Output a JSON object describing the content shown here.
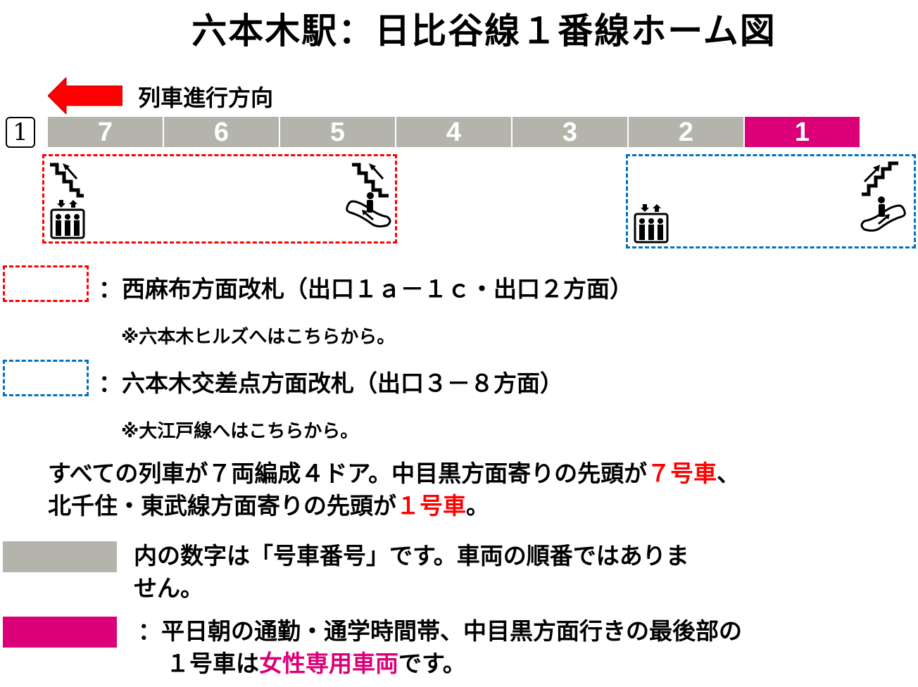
{
  "title": "六本木駅：日比谷線１番線ホーム図",
  "direction": {
    "label": "列車進行方向",
    "arrow_color": "#ff0000",
    "arrow_direction": "left"
  },
  "platform": {
    "track_number": "1",
    "cars": [
      {
        "number": "7",
        "type": "normal"
      },
      {
        "number": "6",
        "type": "normal"
      },
      {
        "number": "5",
        "type": "normal"
      },
      {
        "number": "4",
        "type": "normal"
      },
      {
        "number": "3",
        "type": "normal"
      },
      {
        "number": "2",
        "type": "normal"
      },
      {
        "number": "1",
        "type": "women-only"
      }
    ],
    "gates": [
      {
        "id": "nishiazabu",
        "color": "#ff0000",
        "icons": [
          "stairs-up-icon",
          "elevator-icon",
          "stairs-up-icon",
          "escalator-up-icon"
        ]
      },
      {
        "id": "roppongi-crossing",
        "color": "#0070c0",
        "icons": [
          "elevator-icon",
          "stairs-up-icon",
          "escalator-up-icon"
        ]
      }
    ]
  },
  "legend": {
    "red_gate": {
      "label": "：西麻布方面改札（出口１ａ－１ｃ・出口２方面）",
      "note": "※六本木ヒルズへはこちらから。"
    },
    "blue_gate": {
      "label": "：六本木交差点方面改札（出口３－８方面）",
      "note": "※大江戸線へはこちらから。"
    }
  },
  "info": {
    "line1_pre": "すべての列車が７両編成４ドア。中目黒方面寄りの先頭が",
    "line1_highlight": "７号車",
    "line1_post": "、",
    "line2_pre": "北千住・東武線方面寄りの先頭が",
    "line2_highlight": "１号車",
    "line2_post": "。"
  },
  "key": {
    "gray": {
      "line1": "内の数字は「号車番号」です。車両の順番ではありま",
      "line2": "せん。"
    },
    "pink": {
      "line1": "：平日朝の通勤・通学時間帯、中目黒方面行きの最後部の",
      "line2_pre": "１号車は",
      "line2_highlight": "女性専用車両",
      "line2_post": "です。"
    }
  },
  "colors": {
    "car_gray": "#b4b4ac",
    "women_only": "#dc0078",
    "highlight_red": "#ff0000",
    "gate_red": "#ff0000",
    "gate_blue": "#0070c0"
  }
}
